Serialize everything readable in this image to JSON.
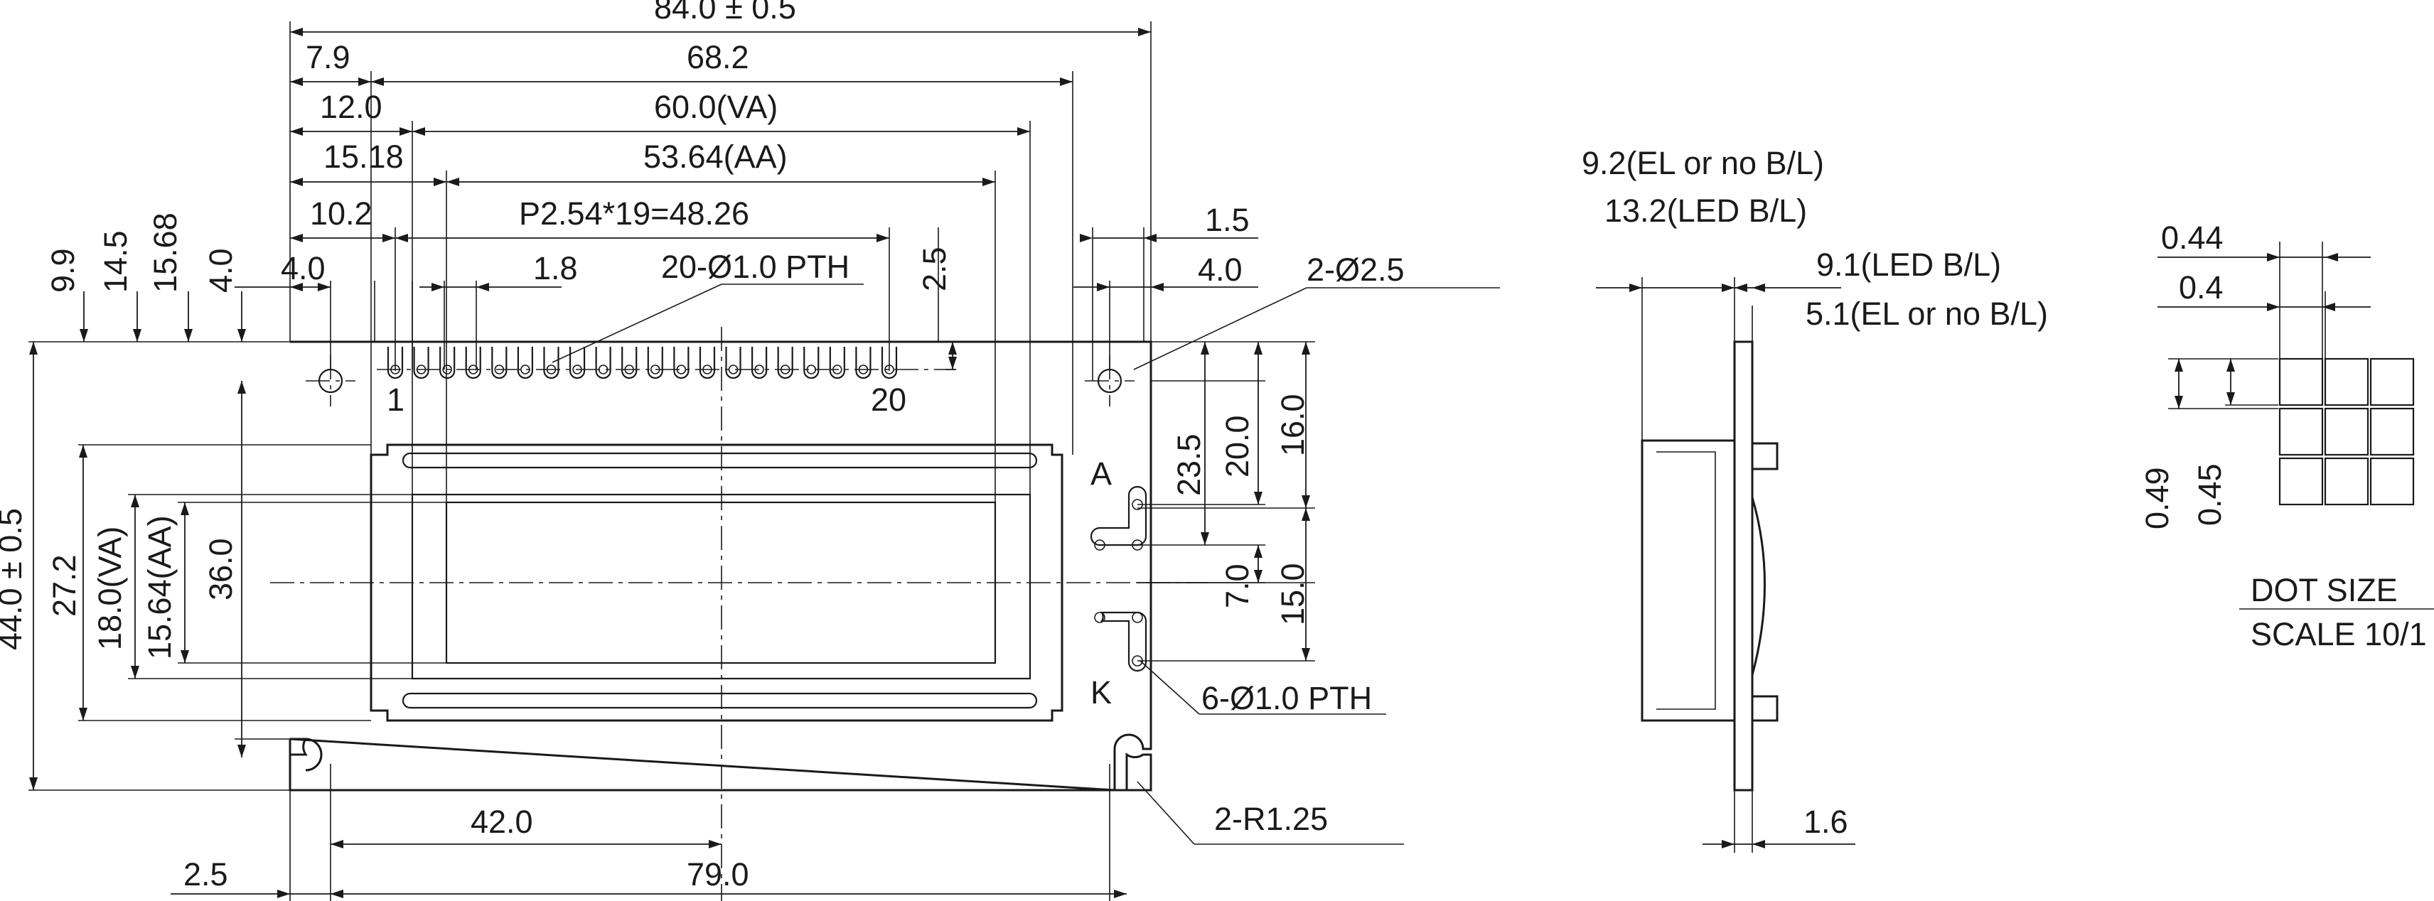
{
  "front_view": {
    "dims": {
      "overall_width": "84.0 ± 0.5",
      "w_7_9": "7.9",
      "w_68_2": "68.2",
      "w_12_0": "12.0",
      "va_width": "60.0(VA)",
      "w_15_18": "15.18",
      "aa_width": "53.64(AA)",
      "w_10_2": "10.2",
      "pitch": "P2.54*19=48.26",
      "w_4_0_left": "4.0",
      "pin_width": "1.8",
      "pth_pins": "20-Ø1.0 PTH",
      "h_2_5_top": "2.5",
      "w_1_5": "1.5",
      "w_4_0_right": "4.0",
      "mount_holes": "2-Ø2.5",
      "v_9_9": "9.9",
      "v_14_5": "14.5",
      "v_15_68": "15.68",
      "v_4_0": "4.0",
      "overall_height": "44.0 ± 0.5",
      "v_27_2": "27.2",
      "va_height": "18.0(VA)",
      "aa_height": "15.64(AA)",
      "v_36_0": "36.0",
      "v_23_5": "23.5",
      "v_20_0": "20.0",
      "v_16_0": "16.0",
      "v_7_0": "7.0",
      "v_15_0": "15.0",
      "led_pth": "6-Ø1.0 PTH",
      "corner_radius": "2-R1.25",
      "w_42_0": "42.0",
      "w_2_5_bottom": "2.5",
      "w_79_0": "79.0"
    },
    "labels": {
      "pin_first": "1",
      "pin_last": "20",
      "anode": "A",
      "cathode": "K"
    }
  },
  "side_view": {
    "el_thickness": "9.2(EL or no B/L)",
    "led_thickness": "13.2(LED B/L)",
    "led_bl": "9.1(LED B/L)",
    "el_bl": "5.1(EL or no B/L)",
    "pcb_thickness": "1.6"
  },
  "dot_detail": {
    "pitch_h": "0.44",
    "size_h": "0.4",
    "pitch_v": "0.49",
    "size_v": "0.45",
    "title": "DOT SIZE",
    "scale": "SCALE 10/1"
  }
}
